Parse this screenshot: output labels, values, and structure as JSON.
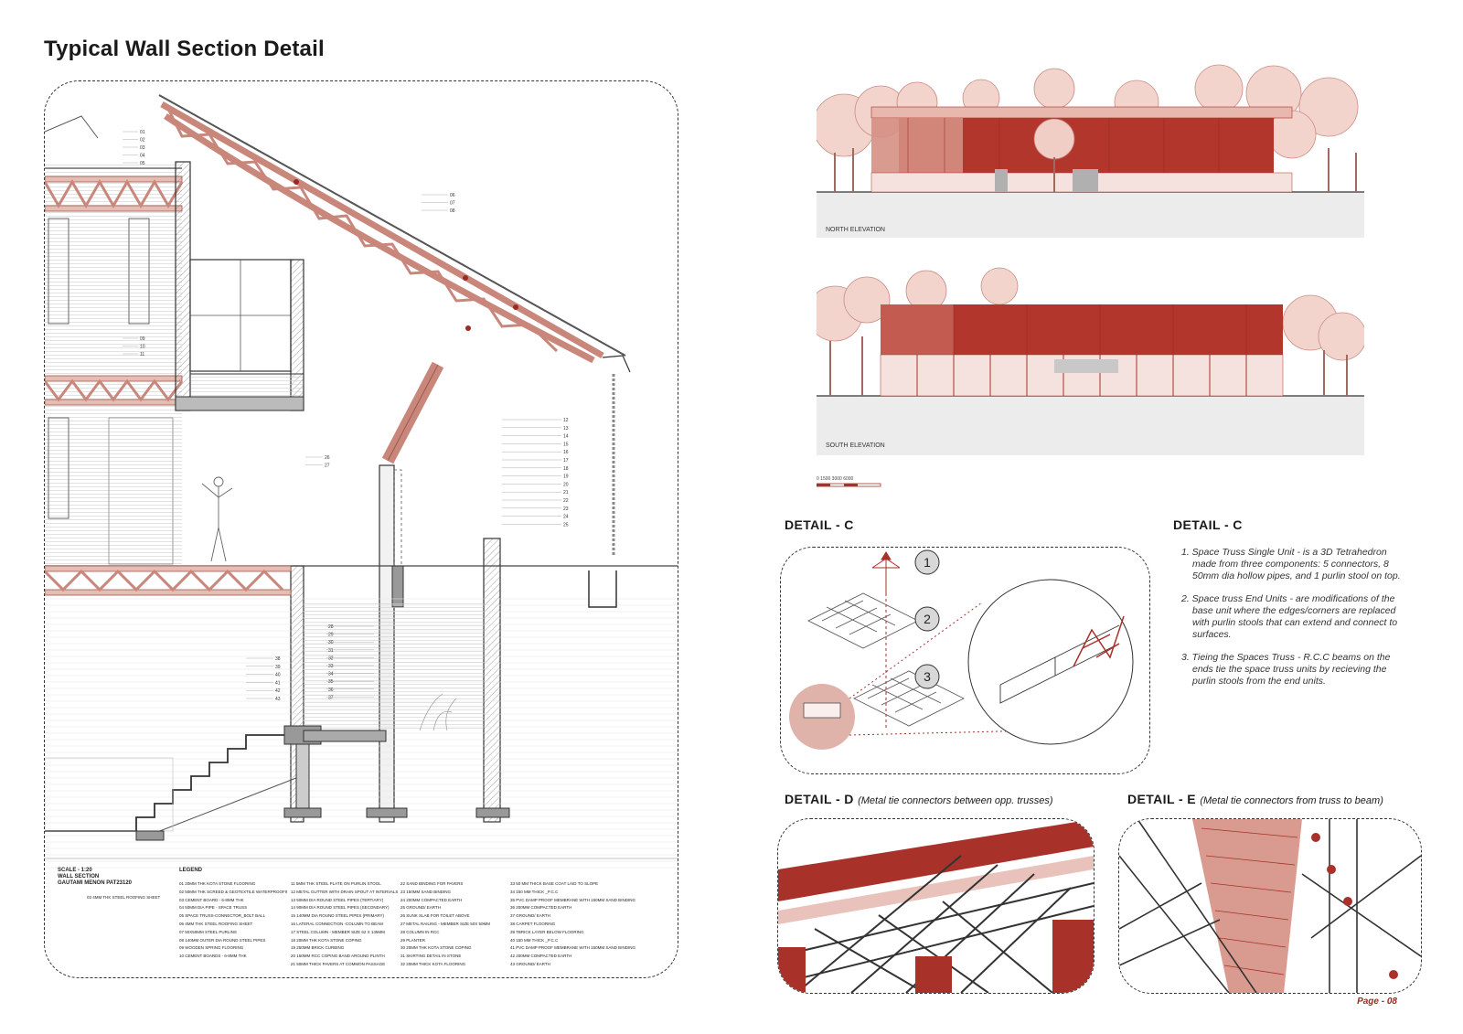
{
  "page": {
    "title": "Typical Wall Section Detail",
    "page_number": "Page - 08"
  },
  "section": {
    "callouts_top": [
      "01",
      "02",
      "03",
      "04",
      "05"
    ],
    "callouts_right_top": [
      "06",
      "07",
      "08"
    ],
    "callouts_mid": [
      "09",
      "10",
      "11"
    ],
    "callouts_right": [
      "12",
      "13",
      "14",
      "15",
      "16",
      "17",
      "18",
      "19",
      "20",
      "21",
      "22",
      "23",
      "24",
      "25"
    ],
    "callouts_column": [
      "26",
      "27"
    ],
    "callouts_center": [
      "28",
      "29",
      "30",
      "31",
      "32",
      "33",
      "34",
      "35",
      "36",
      "37"
    ],
    "callouts_left": [
      "38",
      "39",
      "40",
      "41",
      "42",
      "43"
    ]
  },
  "legend": {
    "scale": "SCALE - 1:20",
    "drawing": "WALL SECTION",
    "author": "GAUTAMI MENON  PAT23120",
    "title": "LEGEND",
    "extra_note": "03  4MM THK STEEL ROOFING SHEET",
    "columns": [
      [
        "01  20MM THK KOTA STONE FLOORING",
        "02  50MM THK SCREED & GEOTEXTILE WATERPROOFING",
        "03  CEMENT BOARD - 6-8MM THK",
        "04  50MM DIA PIPE - SPACE TRUSS",
        "05  SPACE TRUSS-CONNECTOR_BOLT BALL",
        "06  4MM THK STEEL ROOFING SHEET",
        "07  50X50MM STEEL PURLINS",
        "08  140MM OUTER DIA ROUND STEEL PIPES",
        "09  WOODEN SPRING FLOORING",
        "10  CEMENT BOARDS - 6-8MM THK"
      ],
      [
        "11  5MM THK STEEL PLATE ON PURLIN STOOL",
        "12  METAL GUTTER WITH DRAIN SPOUT AT INTERVALS",
        "13  50MM DIA ROUND STEEL PIPES (TERTIARY)",
        "14  90MM DIA ROUND STEEL PIPES (SECONDARY)",
        "15  140MM DIA ROUND STEEL PIPES (PRIMARY)",
        "16  LATERAL CONNECTION -COLUMN TO BEAM",
        "17  STEEL COLUMN - MEMBER SIZE 62 X 145MM",
        "18  20MM THK KOTA STONE COPING",
        "19  250MM BRICK CURBING",
        "20  150MM RCC COPING BAND AROUND PLINTH",
        "21  50MM THICK PAVERS AT COMMON PASSAGE"
      ],
      [
        "22  SAND BINDING FOR PAVERS",
        "23  150MM SAND BINDING",
        "24  200MM COMPACTED EARTH",
        "25  GROUND/ EARTH",
        "26  SUNK SLAB FOR TOILET ABOVE",
        "27  METAL RAILING - MEMBER SIZE 50X 50MM",
        "28  COLUMN IN RCC",
        "29  PLANTER",
        "30  20MM THK KOTA STONE COPING",
        "31  SKIRTING DETAIL IN STONE",
        "32  20MM THICK KOTA FLOORING"
      ],
      [
        "33  50 MM THICK BASE COAT LAID TO SLOPE",
        "34  150 MM THICK _P.C.C",
        "35  PVC DAMP PROOF MEMBRANE WITH 150MM SAND BINDING",
        "36  200MM COMPACTED EARTH",
        "37  GROUND/ EARTH",
        "38  CARPET FLOORING",
        "39  TBRICK LAYER BELOW FLOORING",
        "40  150 MM THICK _P.C.C",
        "41  PVC DAMP PROOF MEMBRANE WITH 150MM SAND BINDING",
        "42  200MM COMPACTED EARTH",
        "43  GROUND/ EARTH"
      ]
    ]
  },
  "elevations": {
    "north_label": "NORTH ELEVATION",
    "south_label": "SOUTH ELEVATION",
    "scale_text": "0    1500    3000    6000"
  },
  "detail_c": {
    "heading": "DETAIL - C",
    "markers": [
      "1",
      "2",
      "3"
    ],
    "notes_heading": "DETAIL - C",
    "notes": [
      "1. Space Truss Single Unit - is a 3D Tetrahedron made from three components: 5 connectors, 8 50mm dia hollow pipes, and 1 purlin stool on top.",
      "2. Space truss End Units - are modifications of the base unit where the edges/corners are replaced with purlin stools that can extend and connect to surfaces.",
      "3. Tieing the Spaces Truss - R.C.C beams on the ends tie the space truss units by recieving the purlin stools from the end units."
    ]
  },
  "detail_d": {
    "heading": "DETAIL - D",
    "subtitle": "(Metal tie connectors between opp. trusses)"
  },
  "detail_e": {
    "heading": "DETAIL - E",
    "subtitle": "(Metal tie connectors from truss to beam)"
  },
  "colors": {
    "accent": "#a8312a",
    "accent_light": "#d9a39a",
    "truss": "#e6bdb2",
    "truss_stroke": "#9b5a50",
    "ground": "#ececec"
  }
}
